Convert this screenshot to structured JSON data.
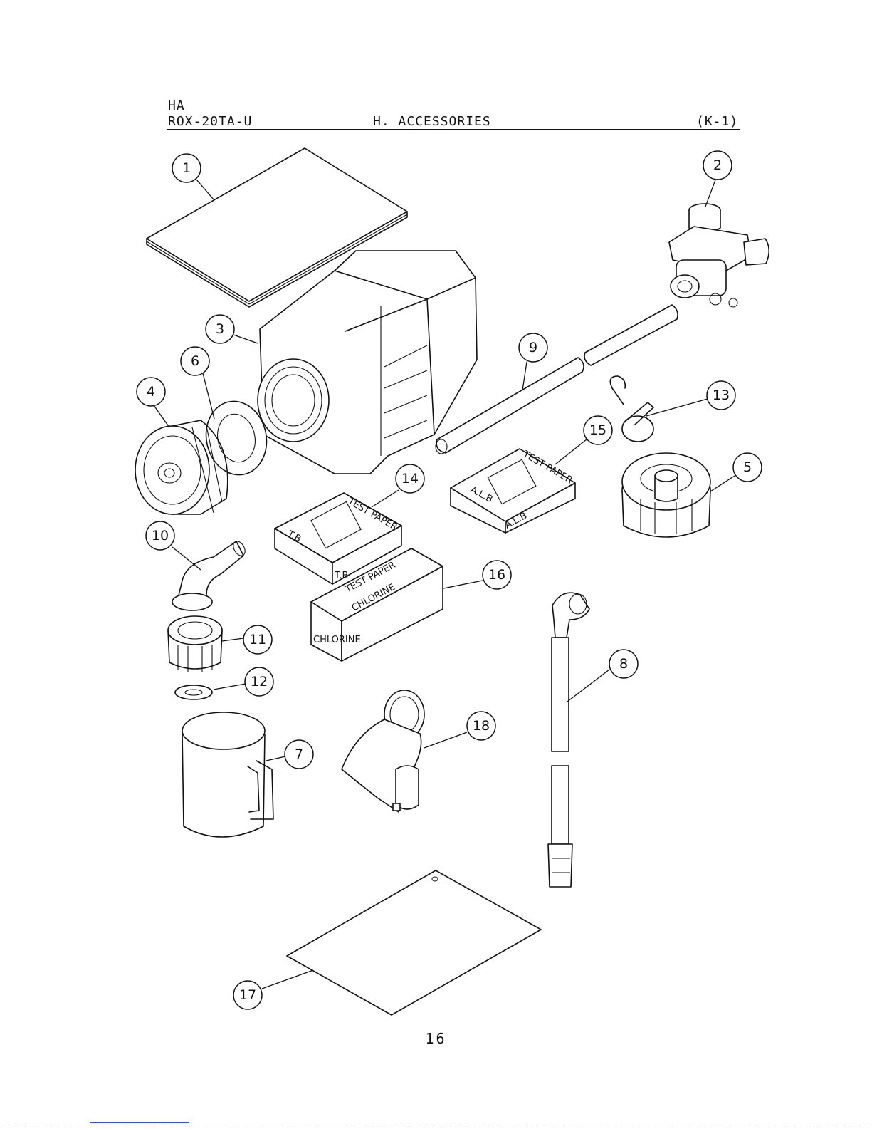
{
  "header": {
    "brand": "HA",
    "model": "ROX-20TA-U",
    "section": "H. ACCESSORIES",
    "page_code": "(K-1)"
  },
  "box_labels": {
    "test_paper": "TEST PAPER",
    "tb": "T.B",
    "alb": "A.L.B",
    "chlorine": "CHLORINE"
  },
  "callouts": [
    "1",
    "2",
    "3",
    "4",
    "5",
    "6",
    "7",
    "8",
    "9",
    "10",
    "11",
    "12",
    "13",
    "14",
    "15",
    "16",
    "17",
    "18"
  ],
  "footer": {
    "page_number": "16"
  }
}
